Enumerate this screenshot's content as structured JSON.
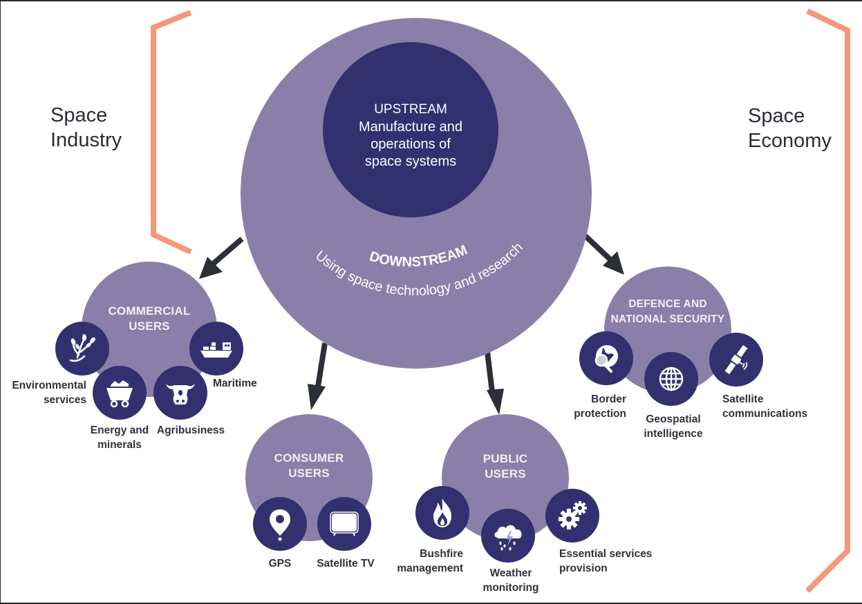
{
  "side_labels": {
    "space_industry": [
      "Space",
      "Industry"
    ],
    "space_economy": [
      "Space",
      "Economy"
    ]
  },
  "upstream": {
    "title": "UPSTREAM",
    "lines": [
      "Manufacture and",
      "operations of",
      "space systems"
    ]
  },
  "downstream": {
    "title": "DOWNSTREAM",
    "subtitle": "Using space technology and research"
  },
  "hubs": {
    "commercial": {
      "title": [
        "COMMERCIAL",
        "USERS"
      ],
      "items": [
        {
          "icon": "plant-in-hand-icon",
          "label": [
            "Environmental",
            "services"
          ]
        },
        {
          "icon": "mining-cart-icon",
          "label": [
            "Energy and",
            "minerals"
          ]
        },
        {
          "icon": "cow-head-icon",
          "label": [
            "Agribusiness"
          ]
        },
        {
          "icon": "cargo-ship-icon",
          "label": [
            "Maritime"
          ]
        }
      ]
    },
    "consumer": {
      "title": [
        "CONSUMER",
        "USERS"
      ],
      "items": [
        {
          "icon": "map-pin-icon",
          "label": [
            "GPS"
          ]
        },
        {
          "icon": "television-icon",
          "label": [
            "Satellite TV"
          ]
        }
      ]
    },
    "public": {
      "title": [
        "PUBLIC",
        "USERS"
      ],
      "items": [
        {
          "icon": "fire-icon",
          "label": [
            "Bushfire",
            "management"
          ]
        },
        {
          "icon": "storm-cloud-icon",
          "label": [
            "Weather",
            "monitoring"
          ]
        },
        {
          "icon": "gears-icon",
          "label": [
            "Essential services",
            "provision"
          ]
        }
      ]
    },
    "defence": {
      "title": [
        "DEFENCE AND",
        "NATIONAL SECURITY"
      ],
      "items": [
        {
          "icon": "globe-magnifier-icon",
          "label": [
            "Border",
            "protection"
          ]
        },
        {
          "icon": "globe-grid-icon",
          "label": [
            "Geospatial",
            "intelligence"
          ]
        },
        {
          "icon": "satellite-icon",
          "label": [
            "Satellite",
            "communications"
          ]
        }
      ]
    }
  },
  "colors": {
    "hub_fill": "#8a7fa8",
    "upstream_fill": "#33306f",
    "icon_fill": "#33306f",
    "bracket": "#f4987a",
    "arrow": "#2c2e38",
    "text_dark": "#2f3038"
  }
}
